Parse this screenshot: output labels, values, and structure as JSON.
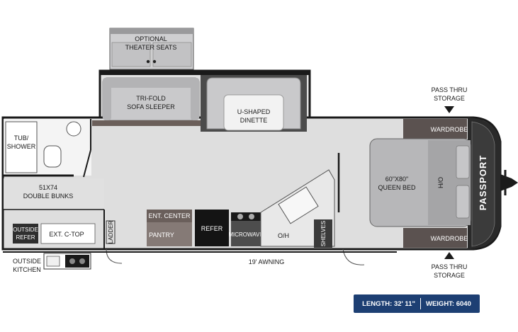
{
  "floorplan": {
    "labels": {
      "optional_theater_seats": [
        "OPTIONAL",
        "THEATER SEATS"
      ],
      "tri_fold_sofa": [
        "TRI-FOLD",
        "SOFA SLEEPER"
      ],
      "u_shaped_dinette": [
        "U-SHAPED",
        "DINETTE"
      ],
      "tub_shower": [
        "TUB/",
        "SHOWER"
      ],
      "double_bunks": [
        "51X74",
        "DOUBLE BUNKS"
      ],
      "outside_refer": [
        "OUTSIDE",
        "REFER"
      ],
      "ext_ctop": "EXT. C-TOP",
      "ladder": "LADDER",
      "ent_center": "ENT. CENTER",
      "pantry": "PANTRY",
      "refer": "REFER",
      "microwave": "MICROWAVE",
      "oh": "O/H",
      "shelves": "SHELVES",
      "queen_bed": [
        "60\"X80\"",
        "QUEEN BED"
      ],
      "ho": "H/O",
      "wardrobe_top": "WARDROBE",
      "wardrobe_bottom": "WARDROBE",
      "pass_thru_top": [
        "PASS THRU",
        "STORAGE"
      ],
      "pass_thru_bottom": [
        "PASS THRU",
        "STORAGE"
      ],
      "outside_kitchen": [
        "OUTSIDE",
        "KITCHEN"
      ],
      "awning": "19' AWNING",
      "brand": "PASSPORT"
    },
    "specs": {
      "length": "LENGTH: 32' 11\"",
      "weight": "WEIGHT: 6040"
    },
    "colors": {
      "wall": "#1a1a1a",
      "floor": "#dcdcdc",
      "furniture": "#c9c9cb",
      "dark_cabinet": "#3d3a3a",
      "wardrobe": "#5b5250",
      "badge": "#1d3f73"
    }
  }
}
